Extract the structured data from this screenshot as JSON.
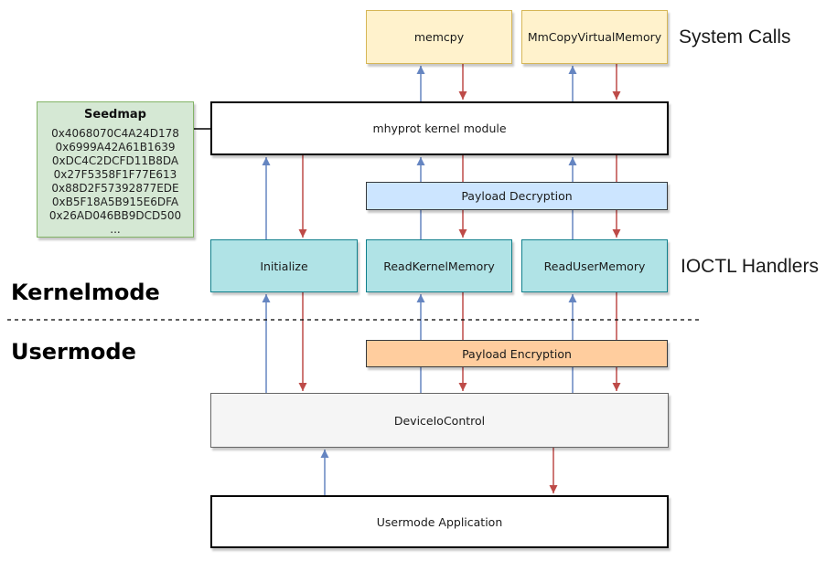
{
  "diagram": {
    "side_labels": {
      "system_calls": "System Calls",
      "ioctl_handlers": "IOCTL Handlers",
      "kernelmode": "Kernelmode",
      "usermode": "Usermode"
    },
    "nodes": {
      "memcpy": "memcpy",
      "mm_copy_virtual_memory": "MmCopyVirtualMemory",
      "kernel_module": "mhyprot kernel module",
      "payload_decryption": "Payload Decryption",
      "initialize": "Initialize",
      "read_kernel_memory": "ReadKernelMemory",
      "read_user_memory": "ReadUserMemory",
      "payload_encryption": "Payload Encryption",
      "device_io_control": "DeviceIoControl",
      "usermode_application": "Usermode Application"
    },
    "seedmap": {
      "title": "Seedmap",
      "entries": [
        "0x4068070C4A24D178",
        "0x6999A42A61B1639",
        "0xDC4C2DCFD11B8DA",
        "0x27F5358F1F77E613",
        "0x88D2F57392877EDE",
        "0xB5F18A5B915E6DFA",
        "0x26AD046BB9DCD500",
        "..."
      ]
    },
    "colors": {
      "syscall_fill": "#FFF2CC",
      "syscall_stroke": "#D6B656",
      "seedmap_fill": "#D5E8D4",
      "seedmap_stroke": "#82B366",
      "decryption_fill": "#CCE5FF",
      "ioctl_fill": "#B0E3E6",
      "ioctl_stroke": "#10808C",
      "encryption_fill": "#FFCD9E",
      "payload_stroke": "#36393D",
      "device_fill": "#F5F5F5",
      "device_stroke": "#666666",
      "plain_fill": "#FFFFFF",
      "plain_stroke": "#000000",
      "arrow_up_blue": "#6585C1",
      "arrow_down_red": "#BE4B48"
    }
  }
}
